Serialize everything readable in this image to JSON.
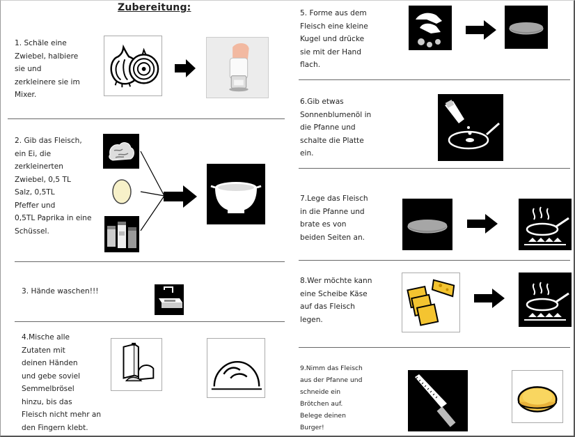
{
  "title": "Zubereitung:",
  "steps": {
    "s1": "1. Schäle eine\n   Zwiebel, halbiere\n   sie und\n   zerkleinere sie im\n   Mixer.",
    "s2": "2. Gib das Fleisch,\n   ein Ei, die\n   zerkleinerten\n   Zwiebel, 0,5 TL\n   Salz, 0,5TL\n   Pfeffer und\n   0,5TL Paprika in eine\n   Schüssel.",
    "s3": "3.  Hände waschen!!!",
    "s4": "4.Mische alle\n   Zutaten mit\n   deinen Händen\n   und gebe soviel\n   Semmelbrösel\n   hinzu, bis das\n   Fleisch nicht mehr an\n   den Fingern klebt.",
    "s5": "5. Forme aus dem\n   Fleisch eine kleine\n   Kugel und drücke\n   sie mit der Hand\n   flach.",
    "s6": "6.Gib etwas\n   Sonnenblumenöl in\n   die Pfanne und\n   schalte die Platte\n   ein.",
    "s7": "7.Lege das Fleisch\n   in die Pfanne und\n   brate es von\n   beiden Seiten an.",
    "s8": "8.Wer möchte kann\n   eine Scheibe Käse\n   auf das Fleisch\n   legen.",
    "s9": "9.Nimm das Fleisch\n   aus der Pfanne und\n   schneide ein\n   Brötchen auf.\n   Belege deinen\n   Burger!"
  },
  "icons": {
    "s1": [
      "onions-icon",
      "mixer-photo",
      "arrow-right-icon"
    ],
    "s2": [
      "meat-icon",
      "egg-icon",
      "spices-icon",
      "mixing-bowl-icon",
      "arrow-right-icon"
    ],
    "s3": [
      "sink-icon"
    ],
    "s4": [
      "breadcrumbs-icon",
      "kneading-hands-icon"
    ],
    "s5": [
      "forming-hands-icon",
      "patty-icon",
      "arrow-right-icon"
    ],
    "s6": [
      "oil-pan-icon"
    ],
    "s7": [
      "patty-icon",
      "frying-pan-stove-icon",
      "arrow-right-icon"
    ],
    "s8": [
      "cheese-slices-icon",
      "frying-pan-stove-icon",
      "arrow-right-icon"
    ],
    "s9": [
      "bread-knife-icon",
      "burger-bun-icon"
    ]
  }
}
